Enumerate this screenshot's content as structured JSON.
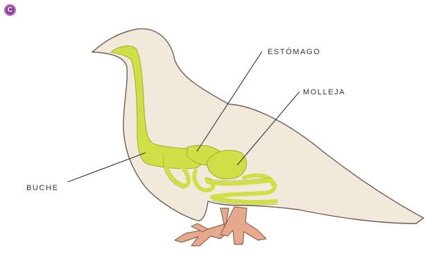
{
  "panel_label": "C",
  "labels": {
    "estomago": "ESTÓMAGO",
    "molleja": "MOLLEJA",
    "buche": "BUCHE"
  },
  "colors": {
    "panel_badge": "#8b3f96",
    "body_fill": "#f3e8dc",
    "outline": "#6e5e53",
    "digestive": "#cde046",
    "legs": "#e7a98c"
  }
}
